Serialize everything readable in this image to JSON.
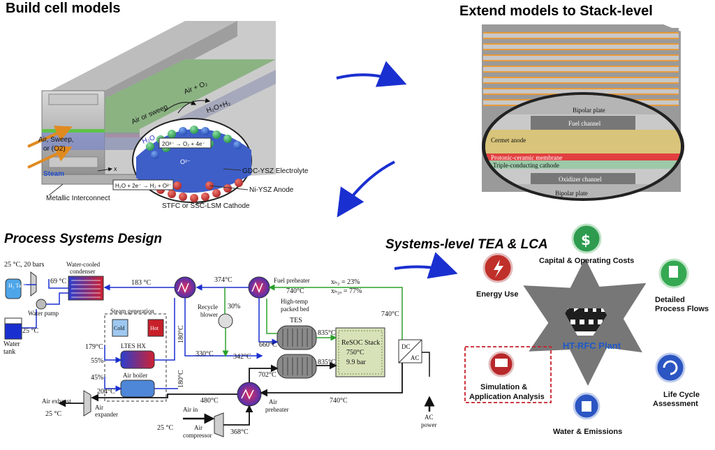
{
  "headings": {
    "cell": "Build cell models",
    "stack": "Extend models to Stack-level",
    "process": "Process Systems Design",
    "tea": "Systems-level TEA & LCA"
  },
  "cell": {
    "air_o2": "Air + O₂",
    "air_sweep": "Air or sweep",
    "h2o_h2": "H₂O+H₂",
    "h2o": "H₂O",
    "left_gas": [
      "Air, Sweep,",
      "or (O2)"
    ],
    "steam": "Steam",
    "oxygen_reaction": "2O²⁻ → O₂ + 4e⁻",
    "o2_ion": "O²⁻",
    "hydrogen_reaction": "H₂O + 2e⁻ → H₂ + O²⁻",
    "electrolyte": "GDC-YSZ Electrolyte",
    "anode": "Ni-YSZ Anode",
    "cathode": "STFC or SSC-LSM Cathode",
    "interconnect": "Metallic Interconnect",
    "axis_x": "x"
  },
  "stack": {
    "bipolar_top": "Bipolar plate",
    "fuel_channel": "Fuel channel",
    "cermet_anode": "Cermet anode",
    "membrane": "Protonic-ceramic membrane",
    "cathode": "Triple-conducting cathode",
    "oxidizer": "Oxidizer channel",
    "bipolar_bottom": "Bipolar plate"
  },
  "process": {
    "h2_tank_cond": "25 °C, 20 bars",
    "h2_tank": "H₂ Tank",
    "water_cooled": [
      "Water-cooled",
      "condenser"
    ],
    "t69": "69 °C",
    "water_pump": "Water pump",
    "t25_water": "25 °C",
    "water_tank": [
      "Water",
      "tank"
    ],
    "t183": "183 °C",
    "t374": "374°C",
    "fuel_preheater": "Fuel preheater",
    "t740_fuel": "740°C",
    "xh2": "xₕ₂ = 23%",
    "xh2o": "xₕ₂ₒ = 77%",
    "steam_gen": "Steam generation",
    "cold": "Cold",
    "hot": "Hot",
    "t180_top": "180°C",
    "recycle": [
      "Recycle",
      "blower"
    ],
    "p30": "30%",
    "high_temp": [
      "High-temp",
      "packed bed"
    ],
    "tes": "TES",
    "t740_right": "740°C",
    "t179": "179°C",
    "ltes": "LTES HX",
    "p55": "55%",
    "t330": "330°C",
    "t342": "342°C",
    "t660": "660°C",
    "t835_top": "835°C",
    "resoc": [
      "ReSOC Stack",
      "750°C",
      "9.9 bar"
    ],
    "dc": "DC",
    "ac": "AC",
    "p45": "45%",
    "air_boiler": "Air boiler",
    "t180_bot": "180°C",
    "t702": "702°C",
    "t835_bot": "835°C",
    "t204": "204°C",
    "t480": "480°C",
    "air_exhaust": "Air exhaust",
    "t25_exhaust": "25 °C",
    "air_expander": [
      "Air",
      "expander"
    ],
    "air_pre": [
      "Air",
      "preheater"
    ],
    "t740_bottom": "740°C",
    "ac_power": [
      "AC",
      "power"
    ],
    "air_in": "Air in",
    "t25_air": "25 °C",
    "air_comp": [
      "Air",
      "compressor"
    ],
    "t368": "368°C"
  },
  "tea": {
    "capital": "Capital & Operating Costs",
    "energy": "Energy Use",
    "detailed": [
      "Detailed",
      "Process Flows"
    ],
    "plant": "HT-RFC Plant",
    "simulation": [
      "Simulation &",
      "Application Analysis"
    ],
    "lca": [
      "Life Cycle",
      "Assessment"
    ],
    "water": "Water & Emissions",
    "colors": {
      "capital": "#2e9b4e",
      "energy": "#c0302a",
      "detailed": "#35a852",
      "simulation": "#b8282a",
      "lca": "#2b55c2",
      "water": "#2b55c2",
      "plant_text": "#1e58c8"
    }
  }
}
